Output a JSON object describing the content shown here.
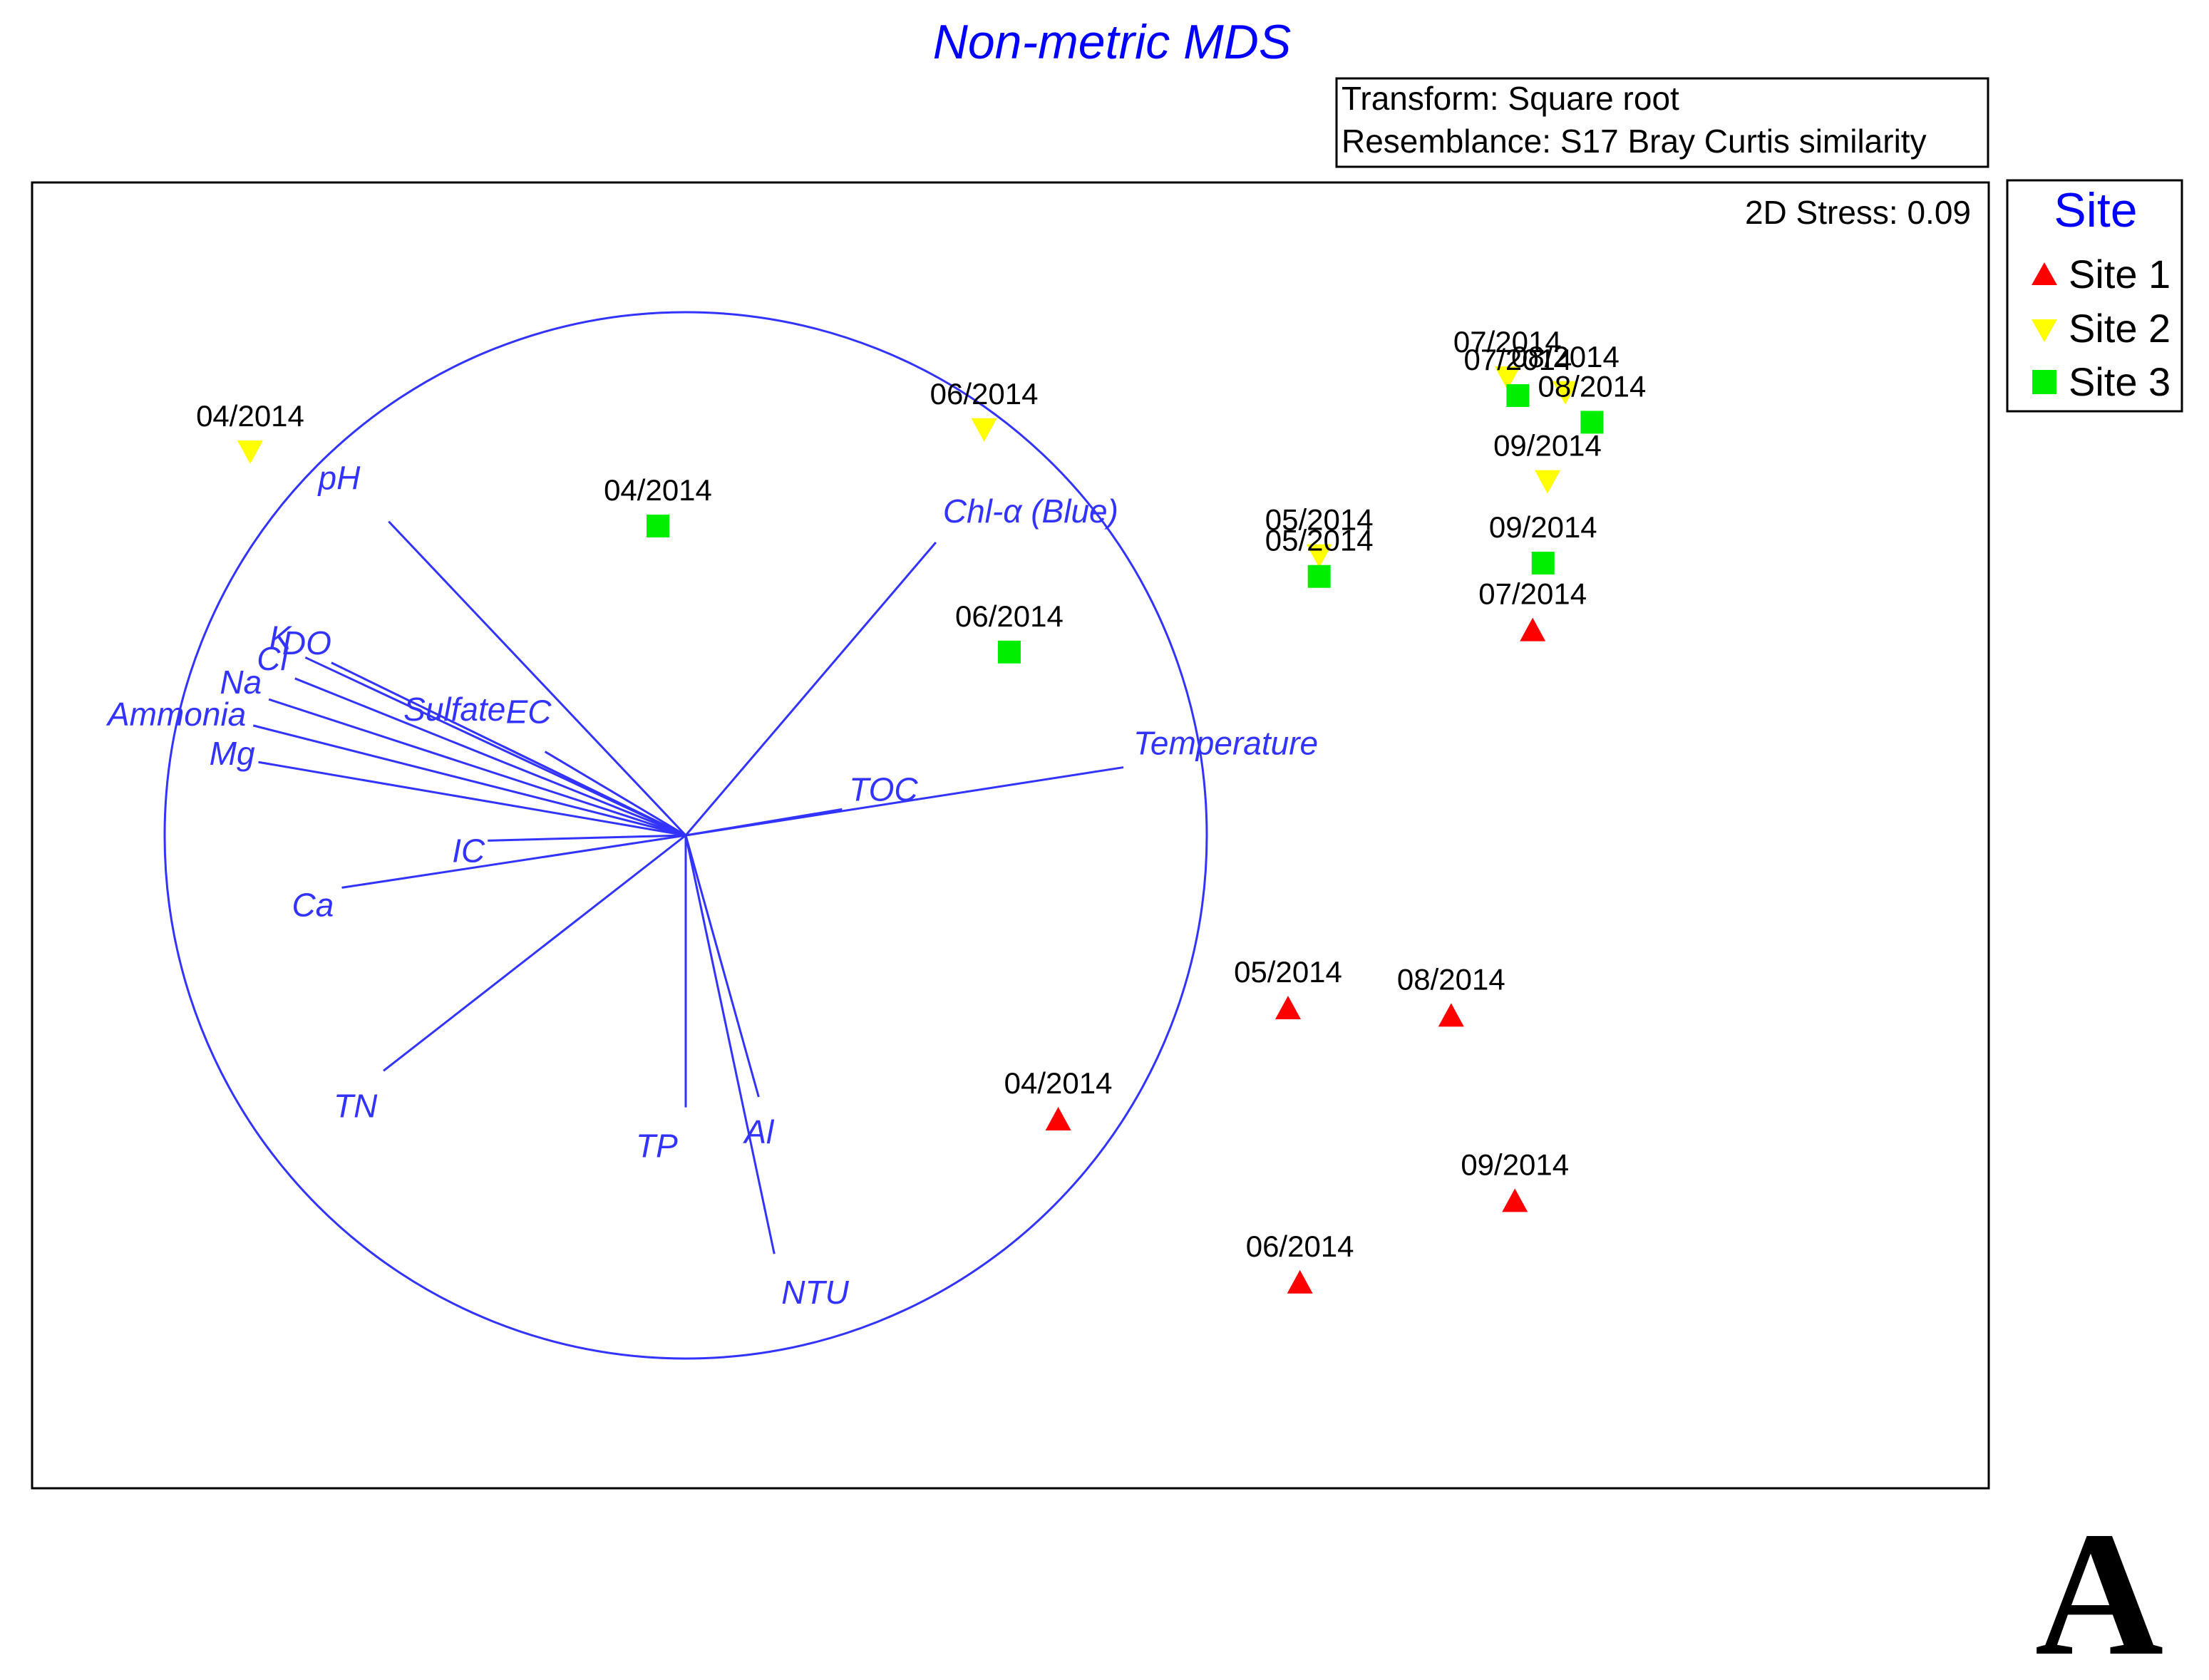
{
  "chart_data": {
    "type": "scatter",
    "title": "Non-metric MDS",
    "info_lines": [
      "Transform: Square root",
      "Resemblance: S17 Bray Curtis similarity"
    ],
    "stress_text": "2D Stress: 0.09",
    "panel_letter": "A",
    "legend": {
      "title": "Site",
      "placement": "right",
      "entries": [
        {
          "label": "Site 1",
          "marker": "triangle-up",
          "color": "#ff0000"
        },
        {
          "label": "Site 2",
          "marker": "triangle-down",
          "color": "#ffff00"
        },
        {
          "label": "Site 3",
          "marker": "square",
          "color": "#00ee00"
        }
      ]
    },
    "colors": {
      "title": "#0000ff",
      "vectors": "#3333ff",
      "frame": "#000000"
    },
    "series": [
      {
        "name": "Site 1",
        "points": [
          {
            "label": "04/2014",
            "x": 0.27,
            "y": -0.2
          },
          {
            "label": "05/2014",
            "x": 0.425,
            "y": -0.125
          },
          {
            "label": "06/2014",
            "x": 0.433,
            "y": -0.31
          },
          {
            "label": "07/2014",
            "x": 0.59,
            "y": 0.13
          },
          {
            "label": "08/2014",
            "x": 0.535,
            "y": -0.13
          },
          {
            "label": "09/2014",
            "x": 0.578,
            "y": -0.255
          }
        ]
      },
      {
        "name": "Site 2",
        "points": [
          {
            "label": "04/2014",
            "x": -0.275,
            "y": 0.25
          },
          {
            "label": "05/2014",
            "x": 0.446,
            "y": 0.18
          },
          {
            "label": "06/2014",
            "x": 0.22,
            "y": 0.265
          },
          {
            "label": "07/2014",
            "x": 0.573,
            "y": 0.3
          },
          {
            "label": "08/2014",
            "x": 0.612,
            "y": 0.29
          },
          {
            "label": "09/2014",
            "x": 0.6,
            "y": 0.23
          }
        ]
      },
      {
        "name": "Site 3",
        "points": [
          {
            "label": "04/2014",
            "x": 0.0,
            "y": 0.2
          },
          {
            "label": "05/2014",
            "x": 0.446,
            "y": 0.166
          },
          {
            "label": "06/2014",
            "x": 0.237,
            "y": 0.115
          },
          {
            "label": "07/2014",
            "x": 0.58,
            "y": 0.288
          },
          {
            "label": "08/2014",
            "x": 0.63,
            "y": 0.27
          },
          {
            "label": "09/2014",
            "x": 0.597,
            "y": 0.175
          }
        ]
      }
    ],
    "vectors": [
      {
        "label": "pH",
        "x": -0.57,
        "y": 0.6
      },
      {
        "label": "Chl-α (Blue)",
        "x": 0.48,
        "y": 0.56
      },
      {
        "label": "K",
        "x": -0.73,
        "y": 0.34
      },
      {
        "label": "DO",
        "x": -0.68,
        "y": 0.33
      },
      {
        "label": "Cl",
        "x": -0.75,
        "y": 0.3
      },
      {
        "label": "Na",
        "x": -0.8,
        "y": 0.26
      },
      {
        "label": "Ammonia",
        "x": -0.83,
        "y": 0.21
      },
      {
        "label": "Mg",
        "x": -0.82,
        "y": 0.14
      },
      {
        "label": "Sulfate",
        "x": -0.35,
        "y": 0.17
      },
      {
        "label": "EC",
        "x": -0.27,
        "y": 0.16
      },
      {
        "label": "Temperature",
        "x": 0.84,
        "y": 0.13
      },
      {
        "label": "TOC",
        "x": 0.3,
        "y": 0.05
      },
      {
        "label": "IC",
        "x": -0.38,
        "y": -0.01
      },
      {
        "label": "Ca",
        "x": -0.66,
        "y": -0.1
      },
      {
        "label": "TN",
        "x": -0.58,
        "y": -0.45
      },
      {
        "label": "TP",
        "x": 0.0,
        "y": -0.52
      },
      {
        "label": "Al",
        "x": 0.14,
        "y": -0.5
      },
      {
        "label": "NTU",
        "x": 0.17,
        "y": -0.8
      }
    ]
  }
}
